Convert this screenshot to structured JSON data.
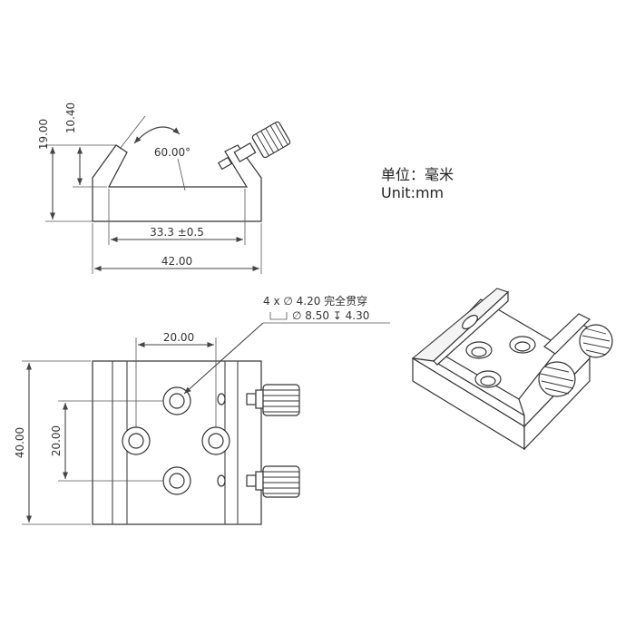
{
  "units": {
    "line1": "单位：毫米",
    "line2": "Unit:mm"
  },
  "front_view": {
    "height_total": "19.00",
    "height_groove": "10.40",
    "angle": "60.00°",
    "groove_width": "33.3 ±0.5",
    "total_width": "42.00"
  },
  "top_view": {
    "hole_spacing_h": "20.00",
    "hole_spacing_v": "20.00",
    "total_height": "40.00",
    "hole_note_line1": "4 x ∅ 4.20 完全贯穿",
    "hole_note_line2": "∅ 8.50 ↧ 4.30"
  },
  "colors": {
    "line": "#333333",
    "shade": "#f4f4f4"
  }
}
